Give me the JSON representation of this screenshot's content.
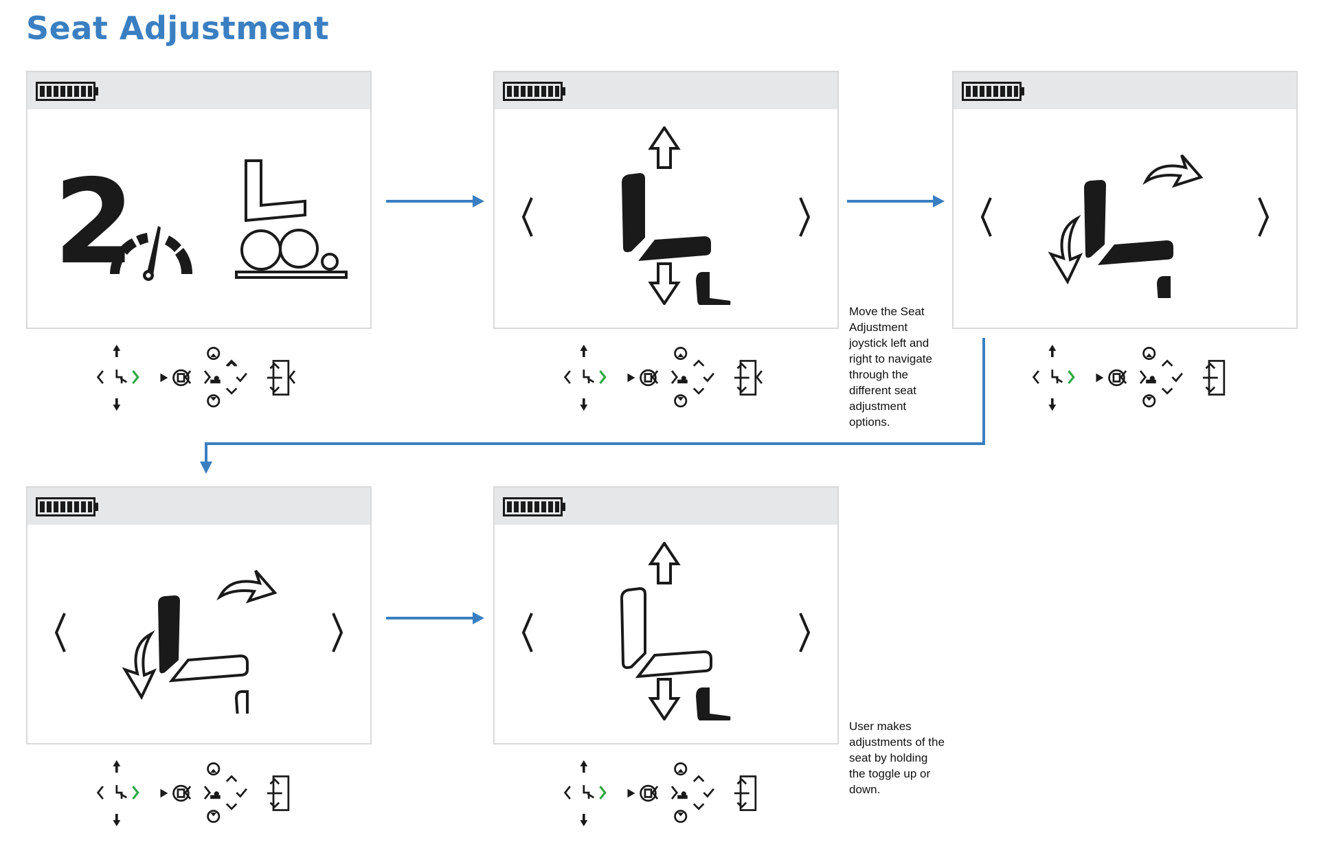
{
  "page": {
    "title": "Seat Adjustment"
  },
  "colors": {
    "title": "#3a7fc1",
    "flow_arrow": "#3a7fc1",
    "active_chevron": "#2fa844",
    "icon": "#1a1a1a",
    "topbar": "#e6e7e8"
  },
  "screens": [
    {
      "id": "drive-screen",
      "speed_level": "2",
      "icons": [
        "battery-icon",
        "speedometer-icon",
        "wheelchair-icon"
      ]
    },
    {
      "id": "seat-lift",
      "icons": [
        "battery-icon",
        "seat-icon",
        "arrow-up-icon",
        "arrow-down-icon"
      ]
    },
    {
      "id": "seat-tilt-selected",
      "icons": [
        "battery-icon",
        "seat-icon",
        "tilt-arrows-icon"
      ]
    },
    {
      "id": "seat-tilt-outline",
      "icons": [
        "battery-icon",
        "seat-icon",
        "tilt-arrows-icon"
      ]
    },
    {
      "id": "seat-lift-outline",
      "icons": [
        "battery-icon",
        "seat-icon",
        "arrow-up-icon",
        "arrow-down-icon"
      ]
    }
  ],
  "notes": {
    "navigate": "Move the Seat Adjustment joystick left and right to navigate through the different seat adjustment options.",
    "adjust": "User makes adjustments of the seat by holding the toggle up or down."
  }
}
